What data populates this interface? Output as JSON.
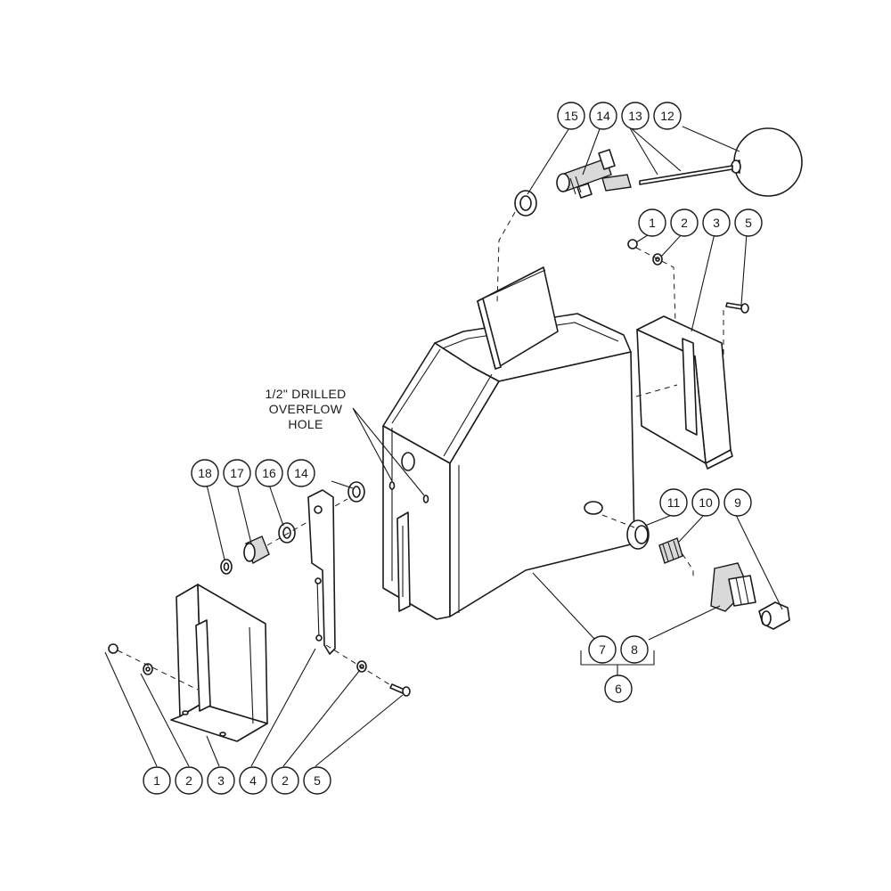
{
  "note": {
    "lines": [
      "1/2\" DRILLED",
      "OVERFLOW",
      "HOLE"
    ]
  },
  "callouts": {
    "c15": "15",
    "c14a": "14",
    "c13": "13",
    "c12": "12",
    "c1a": "1",
    "c2a": "2",
    "c3a": "3",
    "c5a": "5",
    "c18": "18",
    "c17": "17",
    "c16": "16",
    "c14b": "14",
    "c11": "11",
    "c10": "10",
    "c9": "9",
    "c7": "7",
    "c8": "8",
    "c6": "6",
    "c1b": "1",
    "c2b": "2",
    "c3b": "3",
    "c4": "4",
    "c2c": "2",
    "c5b": "5"
  }
}
